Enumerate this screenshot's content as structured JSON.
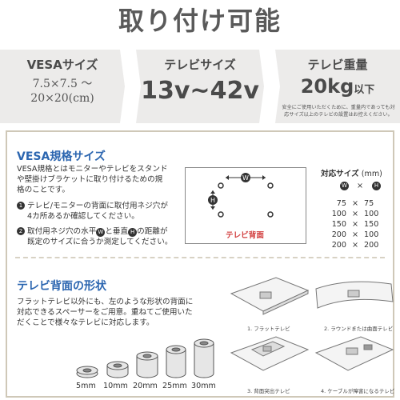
{
  "header": {
    "title": "取り付け可能"
  },
  "specs": {
    "vesa": {
      "label": "VESAサイズ",
      "line1": "7.5×7.5 ～",
      "line2": "20×20(cm)"
    },
    "tv_size": {
      "label": "テレビサイズ",
      "value": "13v~42v"
    },
    "weight": {
      "label": "テレビ重量",
      "value": "20kg",
      "suffix": "以下",
      "note": "安全にご使用いただくために、重量内であっても対応サイズ以上のテレビの設置はお控えください。"
    }
  },
  "vesa_section": {
    "title": "VESA規格サイズ",
    "body_line1": "VESA規格とはモニターやテレビをスタンド",
    "body_line2": "や壁掛けブラケットに取り付けるための規",
    "body_line3": "格のことです。",
    "note1_num": "1",
    "note1_line1": "テレビ/モニターの背面に取付用ネジ穴が",
    "note1_line2": "4カ所あるか確認してください。",
    "note2_num": "2",
    "note2_line1_a": "取付用ネジ穴の水平",
    "note2_w": "W",
    "note2_line1_b": "と垂直",
    "note2_h": "H",
    "note2_line1_c": "の距離が",
    "note2_line2": "既定のサイズに合うか測定してください。",
    "diagram_label": "テレビ背面",
    "diagram_w": "W",
    "diagram_h": "H"
  },
  "size_table": {
    "title": "対応サイズ",
    "unit": "(mm)",
    "head_w": "W",
    "head_h": "H",
    "cross": "×",
    "rows": [
      {
        "w": "75",
        "h": "75"
      },
      {
        "w": "100",
        "h": "100"
      },
      {
        "w": "150",
        "h": "150"
      },
      {
        "w": "200",
        "h": "100"
      },
      {
        "w": "200",
        "h": "200"
      }
    ]
  },
  "shape_section": {
    "title": "テレビ背面の形状",
    "body_line1": "フラットテレビ以外にも、左のような形状の背面に",
    "body_line2": "対応できるスペーサーをご用意。重ねてご使用いた",
    "body_line3": "だくことで様々なテレビに対応します。",
    "spacers": [
      "5mm",
      "10mm",
      "20mm",
      "25mm",
      "30mm"
    ],
    "captions": [
      "1. フラットテレビ",
      "2. ラウンドまたは曲面テレビ",
      "3. 背面突出テレビ",
      "4. ケーブルが障害になるテレビ"
    ]
  },
  "colors": {
    "accent": "#2c66b0",
    "red": "#d13a3a",
    "card": "#ecebea",
    "border": "#cfc8b8"
  }
}
